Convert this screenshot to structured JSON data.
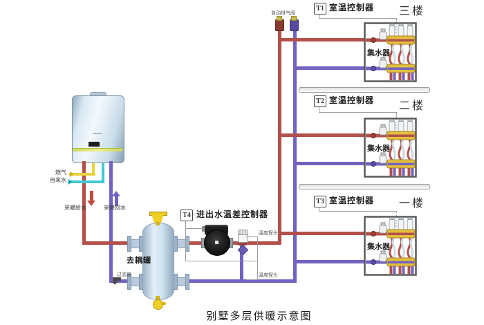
{
  "title": "别墅多层供暖示意图",
  "boiler_area": {
    "gas_label": "燃气",
    "tap_water_label": "自来水",
    "supply_label": "采暖给水",
    "return_label": "采暖回水"
  },
  "plant": {
    "tank_label": "去耦罐",
    "filter_label": "过滤器",
    "t4_tag": "T4",
    "t4_label": "进出水温差控制器",
    "probe_top_label": "温度探头",
    "probe_bottom_label": "温度探头",
    "air_vent_label": "自动排气阀"
  },
  "floors": [
    {
      "tag": "T1",
      "controller_label": "室温控制器",
      "name": "三楼",
      "manifold_label": "集水器"
    },
    {
      "tag": "T2",
      "controller_label": "室温控制器",
      "name": "二楼",
      "manifold_label": "集水器"
    },
    {
      "tag": "T3",
      "controller_label": "室温控制器",
      "name": "一楼",
      "manifold_label": "集水器"
    }
  ],
  "colors": {
    "supply_pipe": "#b2504a",
    "return_pipe": "#7163bf",
    "gas_pipe": "#e8d23e",
    "tap_water_pipe": "#3fc8d8",
    "manifold_body": "#e2bf3e",
    "valve_yellow": "#f0d024",
    "tank_fill": "#cfe2f0",
    "wire": "#9a9a9a"
  }
}
